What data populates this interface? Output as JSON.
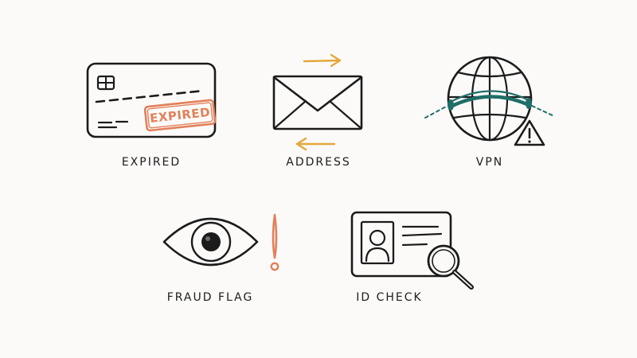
{
  "labels": {
    "expired": "EXPIRED",
    "address": "ADDRESS",
    "vpn": "VPN",
    "fraud_flag": "FRAUD FLAG",
    "id_check": "ID CHECK"
  },
  "stamp_text": "EXPIRED",
  "colors": {
    "ink": "#1b1b1b",
    "stamp": "#e2805a",
    "arrow": "#e3a83a",
    "tunnel": "#1f6e68",
    "background": "#fcfaf9"
  }
}
